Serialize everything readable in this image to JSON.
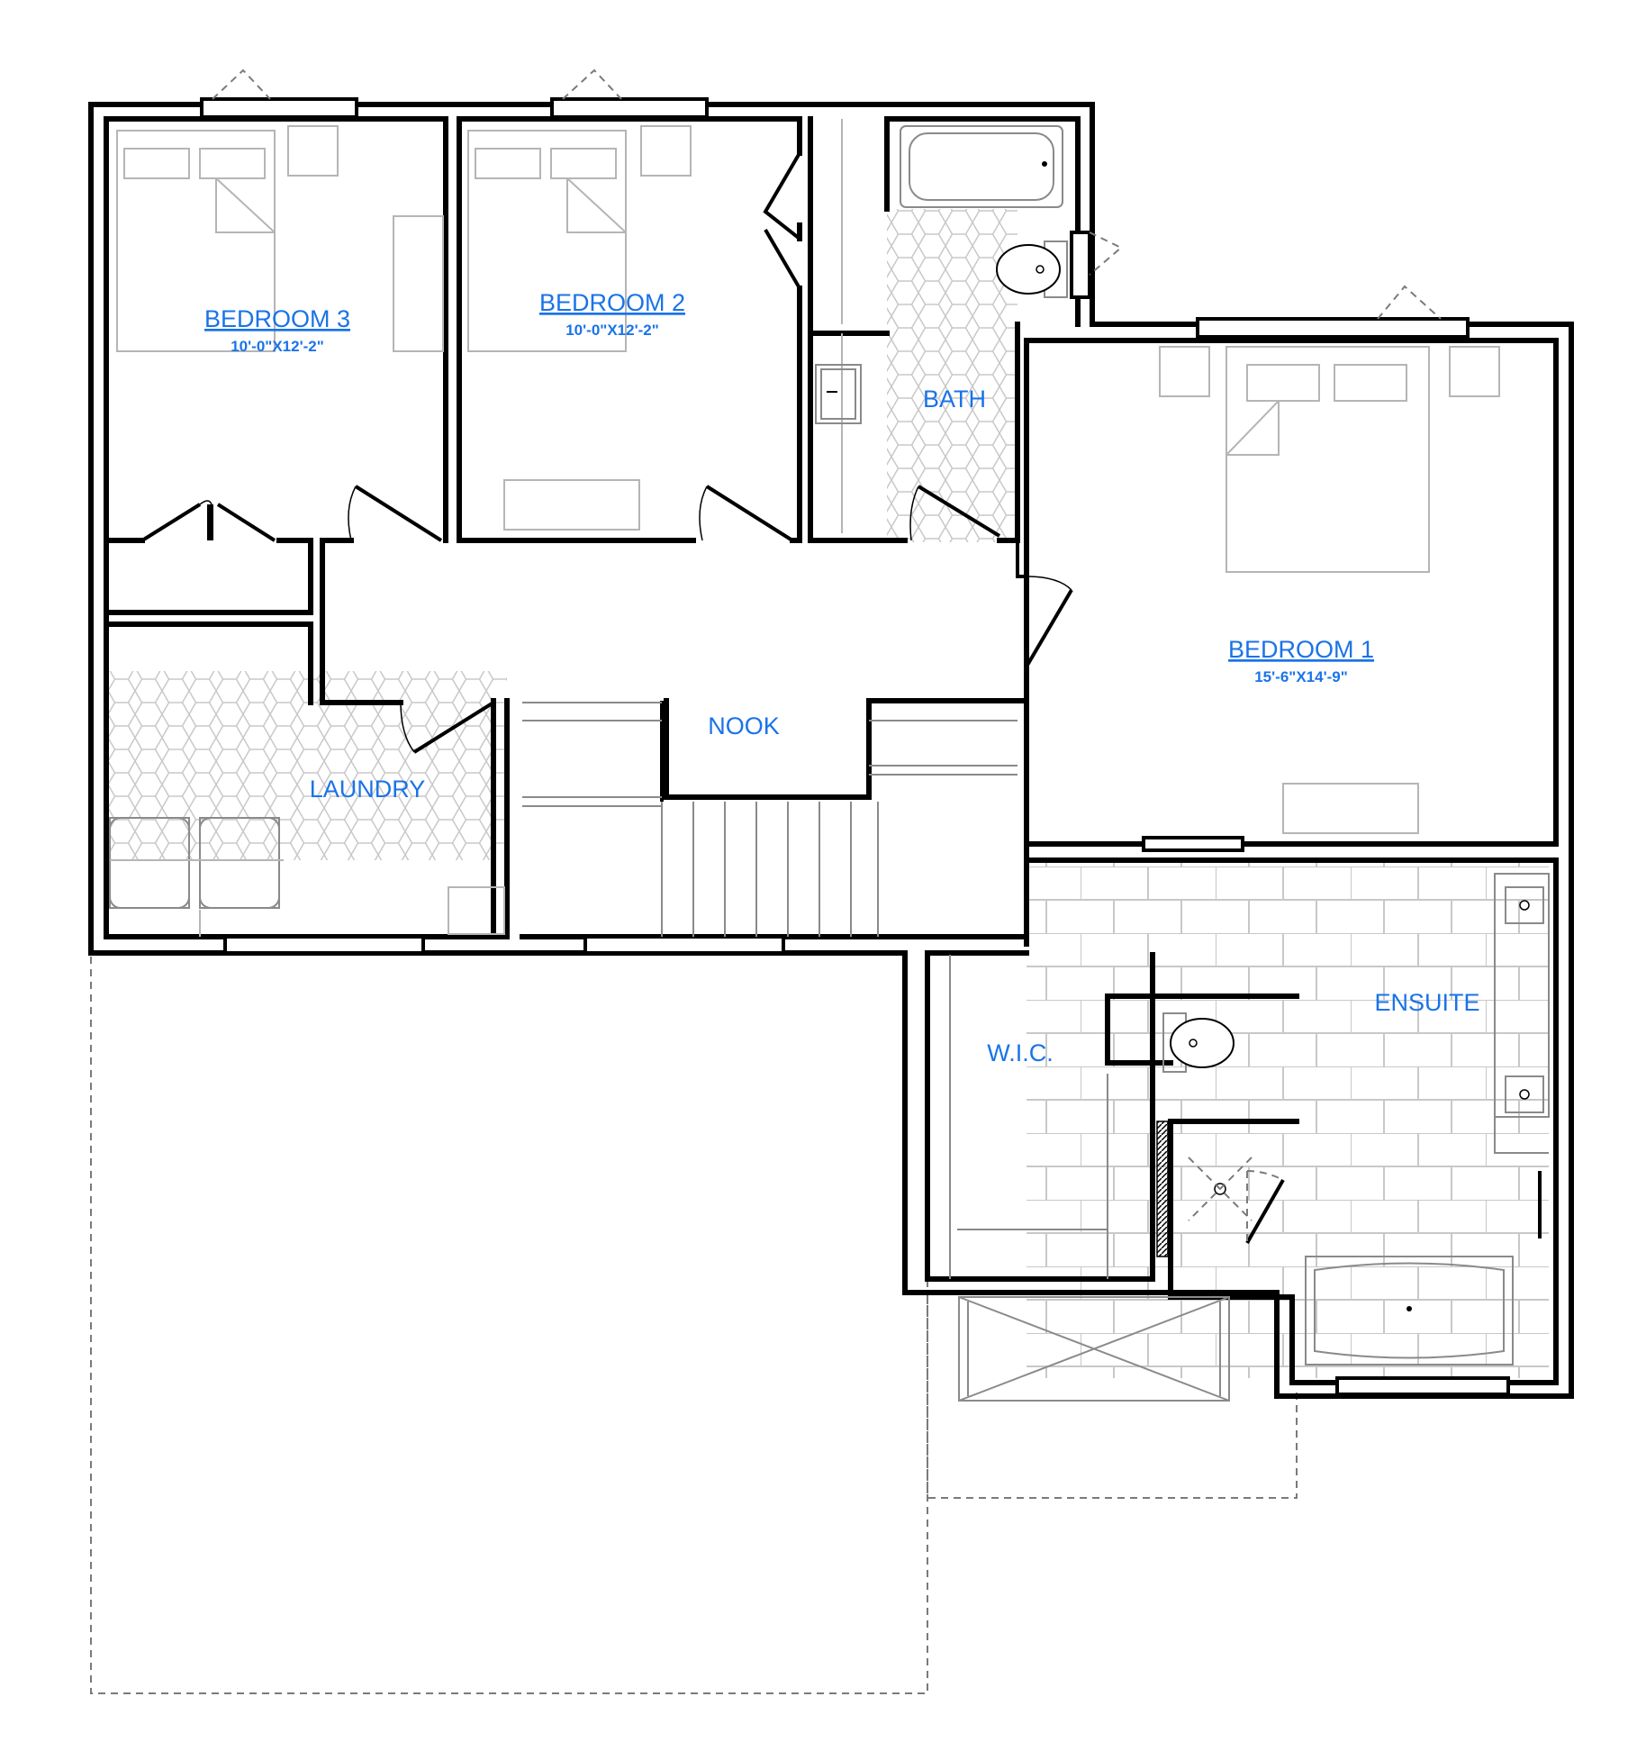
{
  "rooms": {
    "bedroom3": {
      "label": "BEDROOM 3",
      "dims": "10'-0\"X12'-2\""
    },
    "bedroom2": {
      "label": "BEDROOM 2",
      "dims": "10'-0\"X12'-2\""
    },
    "bedroom1": {
      "label": "BEDROOM 1",
      "dims": "15'-6\"X14'-9\""
    },
    "bath": {
      "label": "BATH"
    },
    "nook": {
      "label": "NOOK"
    },
    "laundry": {
      "label": "LAUNDRY"
    },
    "ensuite": {
      "label": "ENSUITE"
    },
    "wic": {
      "label": "W.I.C."
    }
  },
  "colors": {
    "label": "#1a73e8",
    "wall": "#000000",
    "fixture": "#b5b5b5",
    "outline_dashed": "#7a7a7a"
  }
}
